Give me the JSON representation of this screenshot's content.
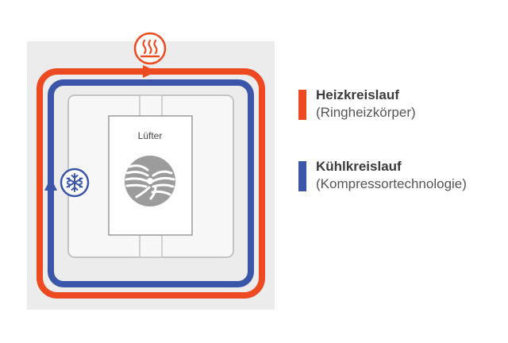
{
  "diagram": {
    "fan_label": "Lüfter",
    "heat_icon": "heating-icon",
    "cool_icon": "snowflake-icon",
    "colors": {
      "heating": "#ee4a22",
      "cooling": "#3b56a8",
      "background": "#ececec",
      "frame": "#bcbcbc"
    }
  },
  "legend": [
    {
      "title": "Heizkreislauf",
      "subtitle": "(Ringheizkörper)",
      "color": "#ee4a22"
    },
    {
      "title": "Kühlkreislauf",
      "subtitle": "(Kompressortechnologie)",
      "color": "#3b56a8"
    }
  ]
}
